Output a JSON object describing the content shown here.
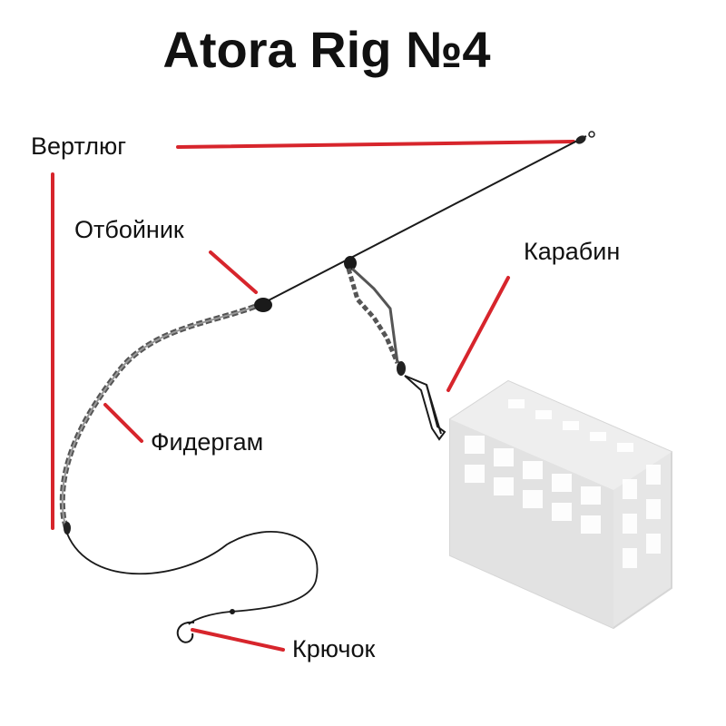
{
  "title": "Atora Rig №4",
  "labels": {
    "swivel": "Вертлюг",
    "bumper": "Отбойник",
    "snap": "Карабин",
    "feedergum": "Фидергам",
    "hook": "Крючок"
  },
  "colors": {
    "pointer": "#d7252c",
    "line": "#1a1a1a",
    "feeder": "#e6e6e6"
  }
}
